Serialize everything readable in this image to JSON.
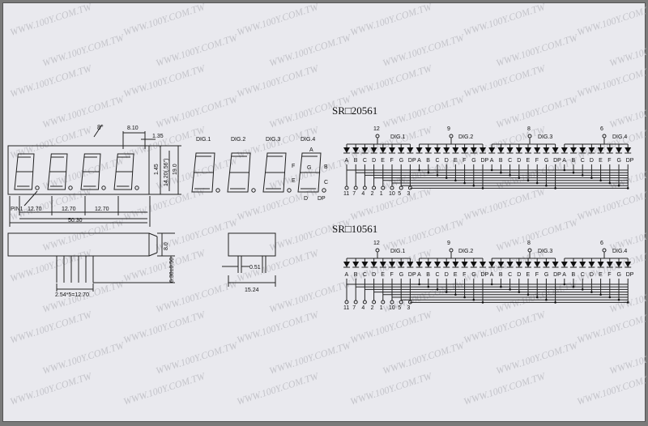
{
  "watermark": "WWW.100Y.COM.TW",
  "front_view": {
    "top_dims": [
      "8°",
      "8.10",
      "1.35"
    ],
    "right_dims": [
      "1.45",
      "14.20(.56\")",
      "19.0"
    ],
    "pin_label": "PIN1",
    "bottom_dims": [
      "12.70",
      "12.70",
      "12.70"
    ],
    "overall_width": "50.30",
    "digit_labels": [
      "DIG.1",
      "DIG.2",
      "DIG.3",
      "DIG.4"
    ],
    "segment_labels": [
      "A",
      "B",
      "C",
      "D",
      "E",
      "F",
      "G",
      "DP"
    ]
  },
  "side_view": {
    "height_dim": "8.0",
    "pin_length_dim": "6.30±0.50",
    "pitch_dim": "2.54*5=12.70",
    "pin_dia_dim": "0.51",
    "row_spacing_dim": "15.24"
  },
  "schematics": [
    {
      "title": "SR□20561",
      "common_pins": [
        "12",
        "9",
        "8",
        "6"
      ],
      "digit_labels": [
        "DIG.1",
        "DIG.2",
        "DIG.3",
        "DIG.4"
      ],
      "segment_labels": [
        "A",
        "B",
        "C",
        "D",
        "E",
        "F",
        "G",
        "DP"
      ],
      "bottom_pins": [
        "11",
        "7",
        "4",
        "2",
        "1",
        "10",
        "5",
        "3"
      ]
    },
    {
      "title": "SR□10561",
      "common_pins": [
        "12",
        "9",
        "8",
        "6"
      ],
      "digit_labels": [
        "DIG.1",
        "DIG.2",
        "DIG.3",
        "DIG.4"
      ],
      "segment_labels": [
        "A",
        "B",
        "C",
        "D",
        "E",
        "F",
        "G",
        "DP"
      ],
      "bottom_pins": [
        "11",
        "7",
        "4",
        "2",
        "1",
        "10",
        "5",
        "3"
      ]
    }
  ]
}
